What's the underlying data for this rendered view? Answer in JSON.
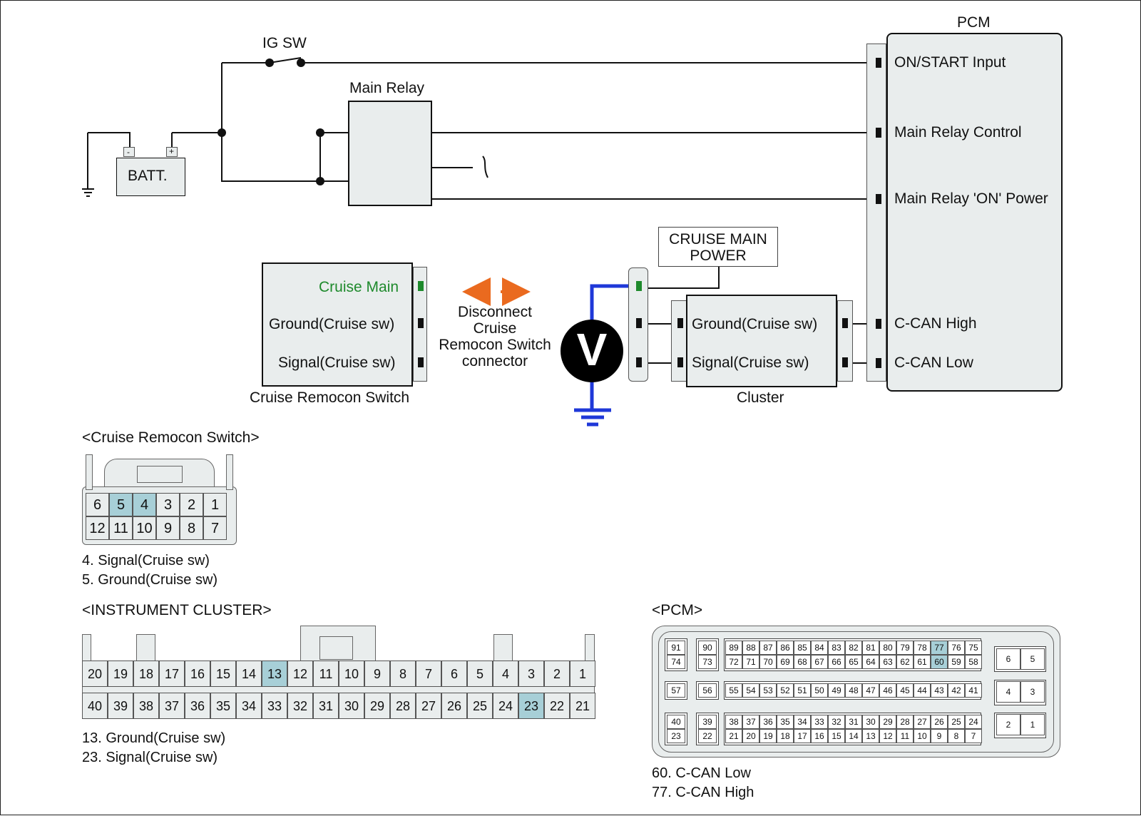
{
  "top": {
    "pcm_title": "PCM",
    "ig_sw": "IG SW",
    "main_relay": "Main Relay",
    "battery": "BATT.",
    "battery_minus": "-",
    "battery_plus": "+",
    "pcm_terminals": [
      "ON/START Input",
      "Main Relay Control",
      "Main Relay 'ON' Power",
      "C-CAN High",
      "C-CAN Low"
    ],
    "cruise_remocon_switch": {
      "lines": [
        "Cruise Main",
        "Ground(Cruise sw)",
        "Signal(Cruise sw)"
      ],
      "title": "Cruise Remocon Switch",
      "highlight_color": "#1e8a2c"
    },
    "disconnect_note": [
      "Disconnect",
      "Cruise",
      "Remocon Switch",
      "connector"
    ],
    "voltmeter_symbol": "V",
    "cruise_main_power": [
      "CRUISE MAIN",
      "POWER"
    ],
    "cluster": {
      "lines": [
        "Ground(Cruise sw)",
        "Signal(Cruise sw)"
      ],
      "title": "Cluster"
    },
    "colors": {
      "arrow": "#ea6a1f",
      "probe": "#1f38d8",
      "highlight": "#1e8a2c"
    }
  },
  "connectors": {
    "remocon": {
      "title": "<Cruise Remocon Switch>",
      "top_row": [
        "6",
        "5",
        "4",
        "3",
        "2",
        "1"
      ],
      "bottom_row": [
        "12",
        "11",
        "10",
        "9",
        "8",
        "7"
      ],
      "notes": [
        "4. Signal(Cruise sw)",
        "5. Ground(Cruise sw)"
      ]
    },
    "cluster": {
      "title": "<INSTRUMENT CLUSTER>",
      "top_row": [
        "20",
        "19",
        "18",
        "17",
        "16",
        "15",
        "14",
        "13",
        "12",
        "11",
        "10",
        "9",
        "8",
        "7",
        "6",
        "5",
        "4",
        "3",
        "2",
        "1"
      ],
      "bottom_row": [
        "40",
        "39",
        "38",
        "37",
        "36",
        "35",
        "34",
        "33",
        "32",
        "31",
        "30",
        "29",
        "28",
        "27",
        "26",
        "25",
        "24",
        "23",
        "22",
        "21"
      ],
      "notes": [
        "13. Ground(Cruise sw)",
        "23. Signal(Cruise sw)"
      ]
    },
    "pcm": {
      "title": "<PCM>",
      "left_col_top": [
        "91",
        "74"
      ],
      "left_col_mid": [
        "57"
      ],
      "left_col_bottom": [
        "40",
        "23"
      ],
      "col2_top": [
        "90",
        "73"
      ],
      "col2_mid": [
        "56"
      ],
      "col2_bottom": [
        "39",
        "22"
      ],
      "main_top_row1": [
        "89",
        "88",
        "87",
        "86",
        "85",
        "84",
        "83",
        "82",
        "81",
        "80",
        "79",
        "78",
        "77",
        "76",
        "75"
      ],
      "main_top_row2": [
        "72",
        "71",
        "70",
        "69",
        "68",
        "67",
        "66",
        "65",
        "64",
        "63",
        "62",
        "61",
        "60",
        "59",
        "58"
      ],
      "main_mid_row": [
        "55",
        "54",
        "53",
        "52",
        "51",
        "50",
        "49",
        "48",
        "47",
        "46",
        "45",
        "44",
        "43",
        "42",
        "41"
      ],
      "main_bottom_row1": [
        "38",
        "37",
        "36",
        "35",
        "34",
        "33",
        "32",
        "31",
        "30",
        "29",
        "28",
        "27",
        "26",
        "25",
        "24"
      ],
      "main_bottom_row2": [
        "21",
        "20",
        "19",
        "18",
        "17",
        "16",
        "15",
        "14",
        "13",
        "12",
        "11",
        "10",
        "9",
        "8",
        "7"
      ],
      "right_blocks": [
        [
          "6",
          "5"
        ],
        [
          "4",
          "3"
        ],
        [
          "2",
          "1"
        ]
      ],
      "notes": [
        "60. C-CAN Low",
        "77. C-CAN High"
      ]
    }
  }
}
